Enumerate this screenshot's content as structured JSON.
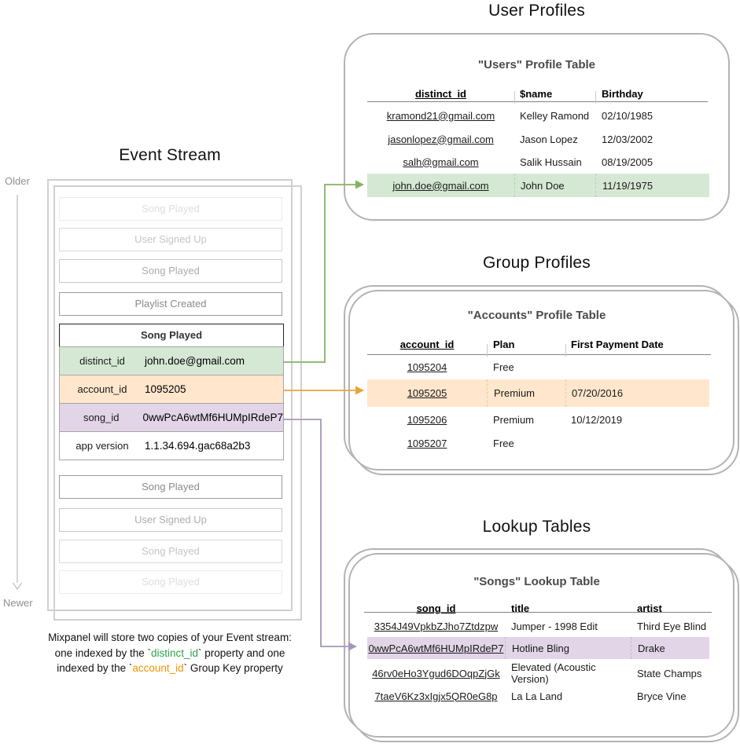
{
  "colors": {
    "green_fill": "#d5e8d4",
    "green_stroke": "#82b366",
    "orange_fill": "#ffe6cc",
    "orange_stroke": "#e9a23b",
    "purple_fill": "#e1d5e7",
    "purple_stroke": "#a796b8",
    "timeline_gray": "#c4c4c4",
    "panel_border": "#b3b3b3",
    "caption_green": "#2fa14c",
    "caption_orange": "#f59300"
  },
  "event_stream": {
    "title": "Event Stream",
    "older_label": "Older",
    "newer_label": "Newer",
    "events_before": [
      {
        "label": "Song Played"
      },
      {
        "label": "User Signed Up"
      },
      {
        "label": "Song Played"
      },
      {
        "label": "Playlist Created"
      }
    ],
    "expanded_event": {
      "title": "Song Played",
      "properties": [
        {
          "key": "distinct_id",
          "value": "john.doe@gmail.com",
          "highlight": "green"
        },
        {
          "key": "account_id",
          "value": "1095205",
          "highlight": "orange"
        },
        {
          "key": "song_id",
          "value": "0wwPcA6wtMf6HUMpIRdeP7",
          "highlight": "purple"
        },
        {
          "key": "app version",
          "value": "1.1.34.694.gac68a2b3",
          "highlight": "none"
        }
      ]
    },
    "events_after": [
      {
        "label": "Song Played"
      },
      {
        "label": "User Signed Up"
      },
      {
        "label": "Song Played"
      },
      {
        "label": "Song Played"
      }
    ],
    "caption": {
      "line1": "Mixpanel will store two copies of your Event stream:",
      "line2_pre": "one indexed by the `",
      "line2_key": "distinct_id",
      "line2_post": "` property and one",
      "line3_pre": "indexed by the `",
      "line3_key": "account_id",
      "line3_post": "` Group Key property"
    }
  },
  "user_profiles": {
    "section_title": "User Profiles",
    "table_title": "\"Users\" Profile Table",
    "columns": [
      "distinct_id",
      "$name",
      "Birthday"
    ],
    "rows": [
      [
        "kramond21@gmail.com",
        "Kelley Ramond",
        "02/10/1985"
      ],
      [
        "jasonlopez@gmail.com",
        "Jason Lopez",
        "12/03/2002"
      ],
      [
        "salh@gmail.com",
        "Salik Hussain",
        "08/19/2005"
      ],
      [
        "john.doe@gmail.com",
        "John Doe",
        "11/19/1975"
      ]
    ],
    "highlighted_row_index": 3
  },
  "group_profiles": {
    "section_title": "Group Profiles",
    "table_title": "\"Accounts\" Profile Table",
    "columns": [
      "account_id",
      "Plan",
      "First Payment Date"
    ],
    "rows": [
      [
        "1095204",
        "Free",
        ""
      ],
      [
        "1095205",
        "Premium",
        "07/20/2016"
      ],
      [
        "1095206",
        "Premium",
        "10/12/2019"
      ],
      [
        "1095207",
        "Free",
        ""
      ]
    ],
    "highlighted_row_index": 1
  },
  "lookup_tables": {
    "section_title": "Lookup Tables",
    "table_title": "\"Songs\" Lookup Table",
    "columns": [
      "song_id",
      "title",
      "artist"
    ],
    "rows": [
      [
        "3354J49VpkbZJho7Ztdzpw",
        "Jumper - 1998 Edit",
        "Third Eye Blind"
      ],
      [
        "0wwPcA6wtMf6HUMpIRdeP7",
        "Hotline Bling",
        "Drake"
      ],
      [
        "46rv0eHo3Ygud6DOqpZjGk",
        "Elevated (Acoustic Version)",
        "State Champs"
      ],
      [
        "7taeV6Kz3xIgjx5QR0eG8p",
        "La La Land",
        "Bryce Vine"
      ]
    ],
    "highlighted_row_index": 1
  }
}
